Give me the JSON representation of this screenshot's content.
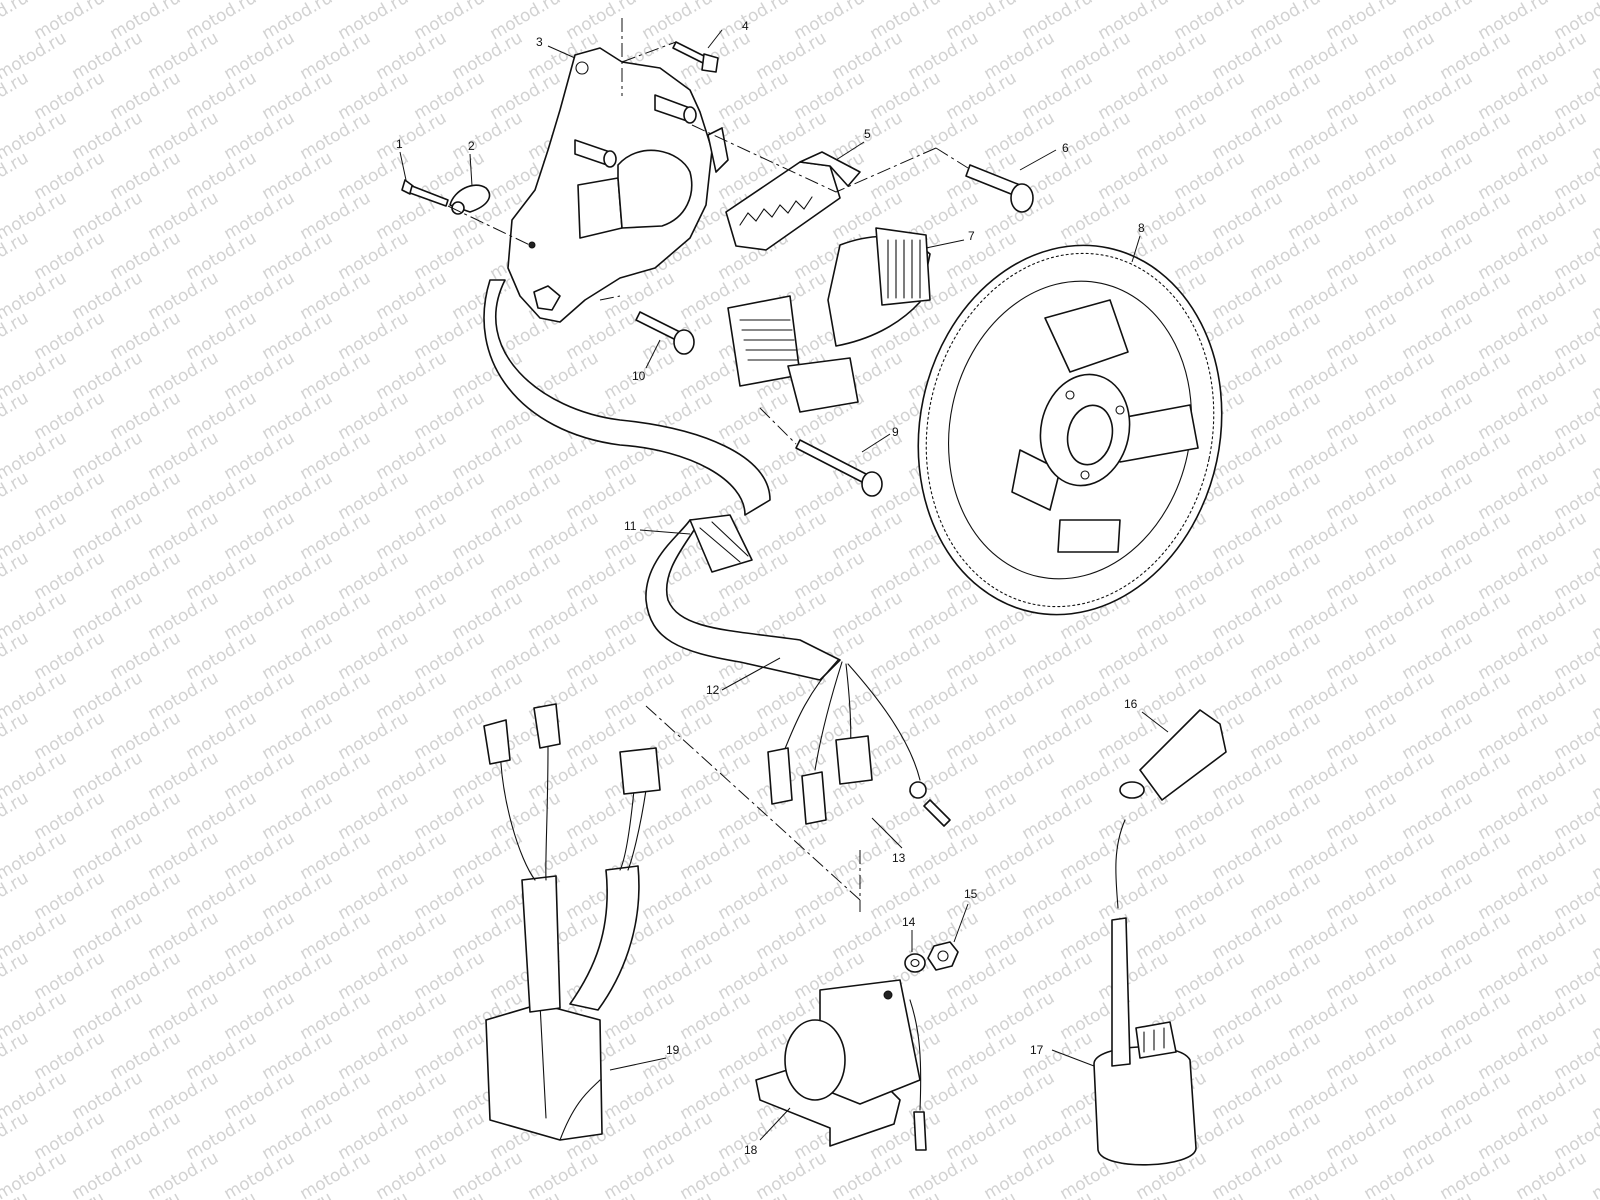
{
  "watermark": {
    "text": "motod.ru",
    "color": "#d2d2d2"
  },
  "line_color": "#111111",
  "background": "#ffffff",
  "callouts": [
    {
      "id": "1",
      "label": "1"
    },
    {
      "id": "2",
      "label": "2"
    },
    {
      "id": "3",
      "label": "3"
    },
    {
      "id": "4",
      "label": "4"
    },
    {
      "id": "5",
      "label": "5"
    },
    {
      "id": "6",
      "label": "6"
    },
    {
      "id": "7",
      "label": "7"
    },
    {
      "id": "8",
      "label": "8"
    },
    {
      "id": "9",
      "label": "9"
    },
    {
      "id": "10",
      "label": "10"
    },
    {
      "id": "11",
      "label": "11"
    },
    {
      "id": "12",
      "label": "12"
    },
    {
      "id": "13",
      "label": "13"
    },
    {
      "id": "14",
      "label": "14"
    },
    {
      "id": "15",
      "label": "15"
    },
    {
      "id": "16",
      "label": "16"
    },
    {
      "id": "17",
      "label": "17"
    },
    {
      "id": "18",
      "label": "18"
    },
    {
      "id": "19",
      "label": "19"
    }
  ]
}
